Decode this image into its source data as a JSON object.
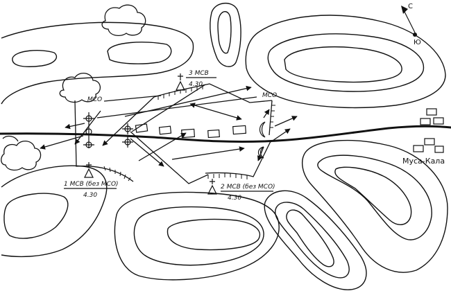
{
  "units": {
    "msv3": {
      "name": "3 МСВ",
      "time": "4.30"
    },
    "msv1": {
      "name": "1 МСВ (без МСО)",
      "time": "4.30"
    },
    "msv2": {
      "name": "2 МСВ (без МСО)",
      "time": "4.30"
    }
  },
  "labels": {
    "mso_left": "МСО",
    "mso_right": "МСО",
    "town": "Муса-Кала"
  },
  "compass": {
    "north": "С",
    "south": "Ю"
  },
  "colors": {
    "ink": "#111111",
    "paper": "#ffffff"
  }
}
